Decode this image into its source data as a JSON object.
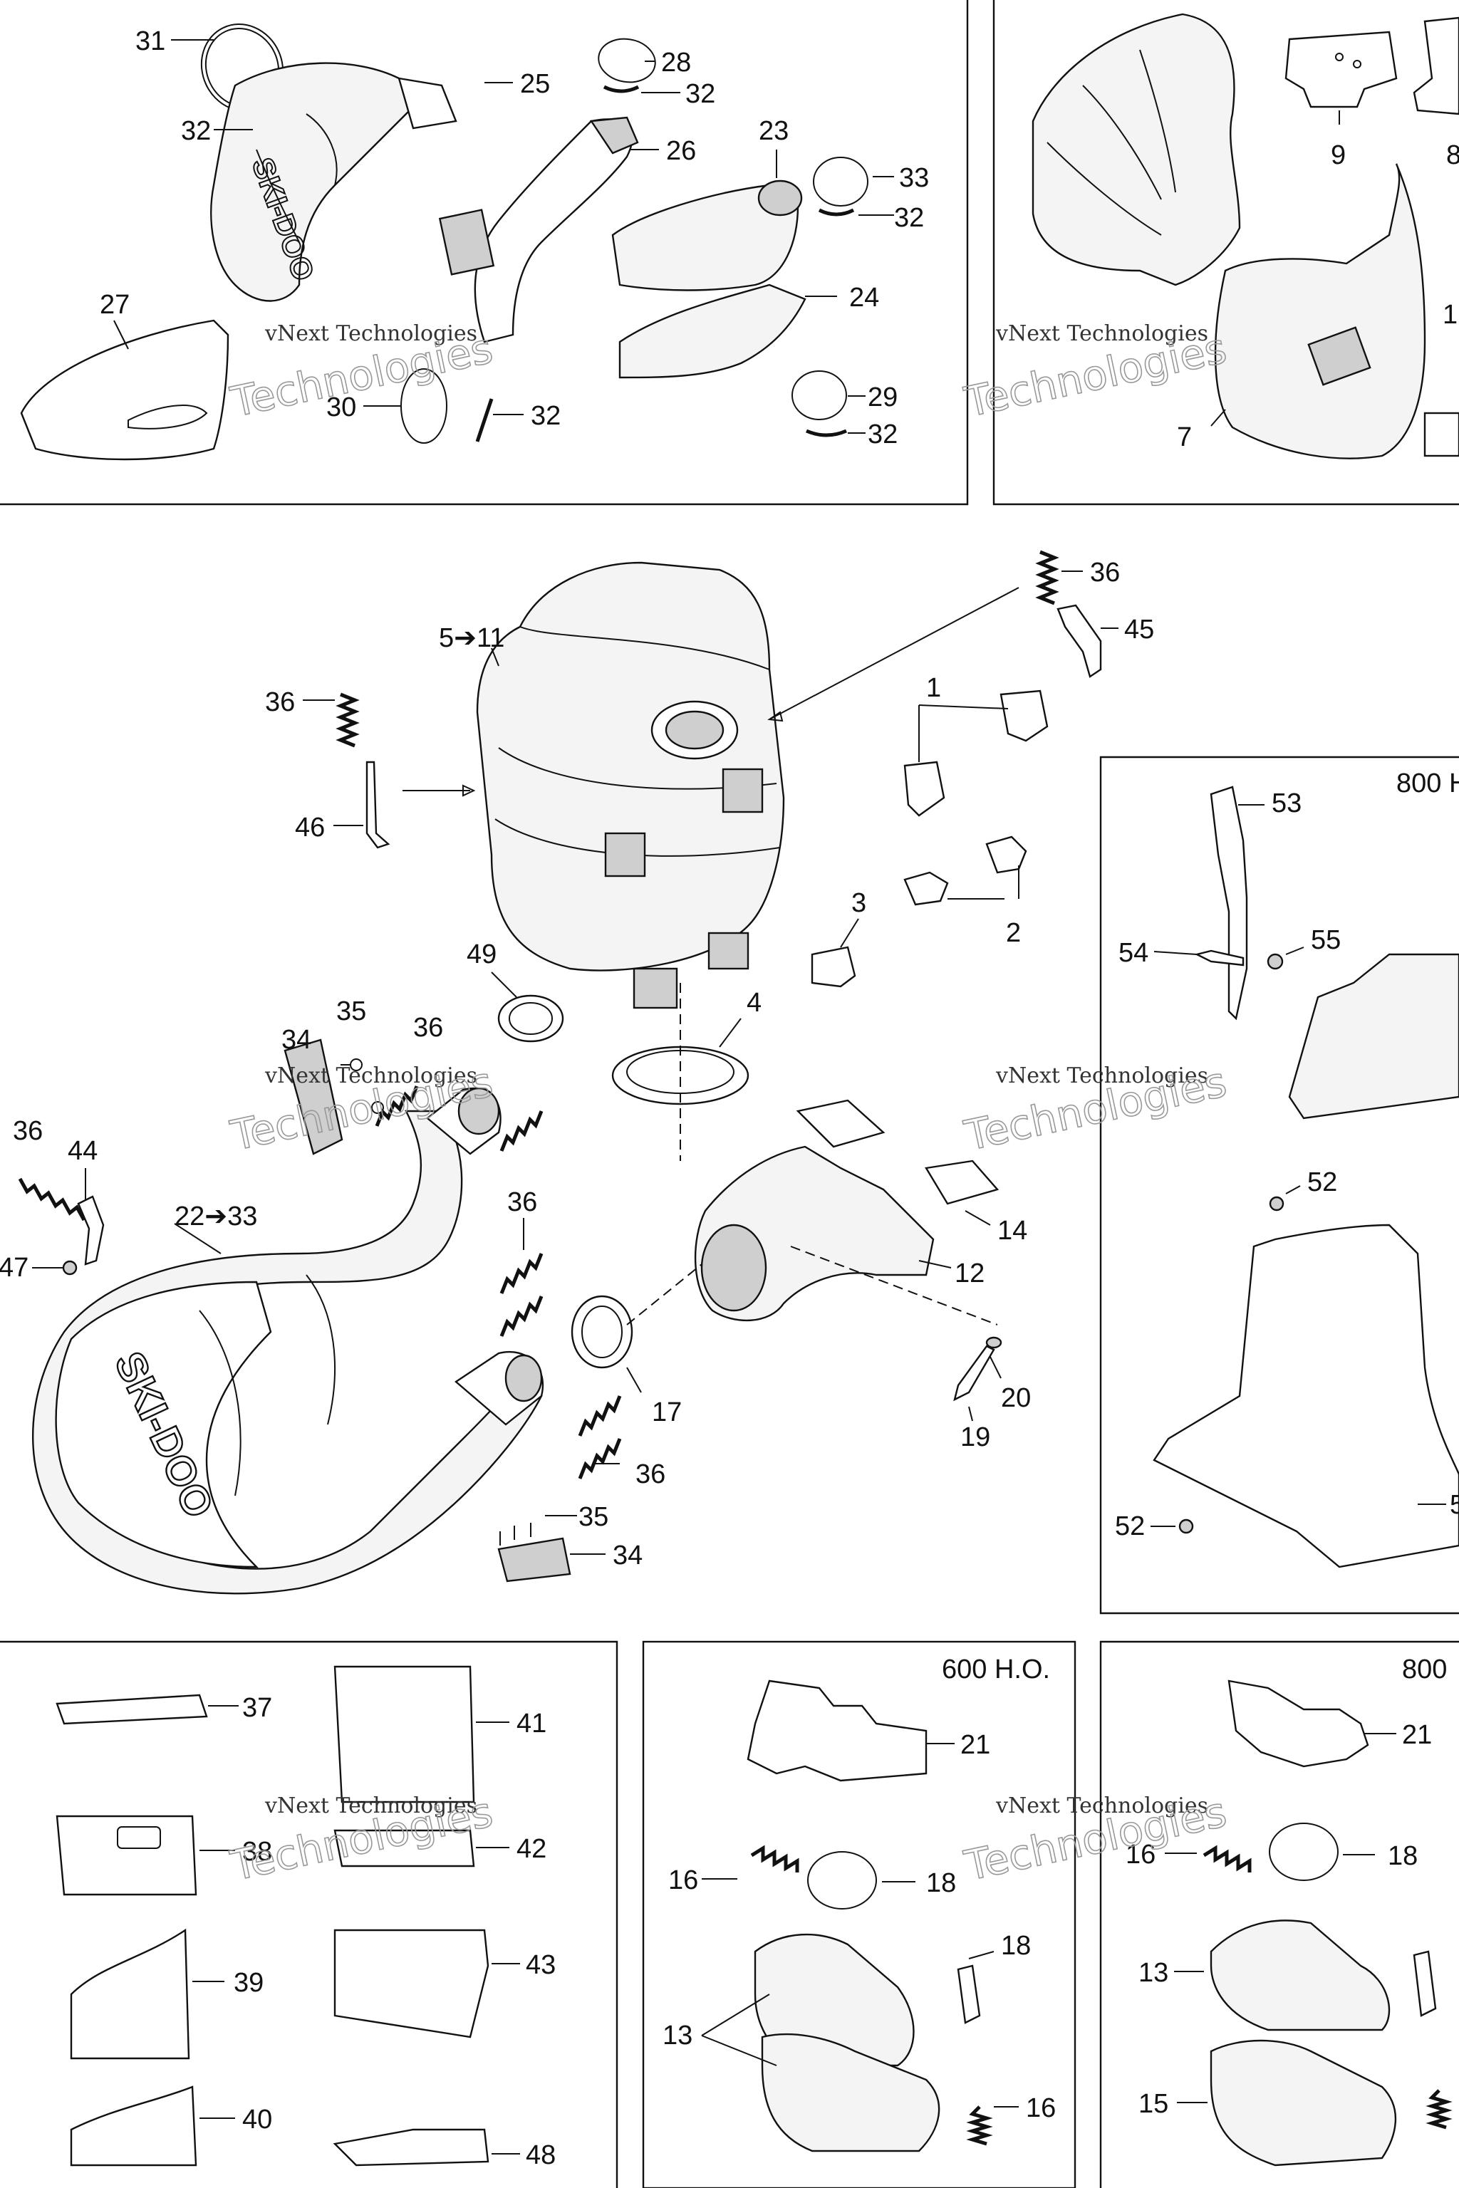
{
  "watermark": {
    "line1": "vNext Technologies",
    "line2": "Technologies"
  },
  "panels": {
    "heat_shield_600": "600 H.O.",
    "heat_shield_800": "800",
    "side_800": "800 H"
  },
  "callouts": {
    "c31": "31",
    "c32": "32",
    "c25": "25",
    "c28": "28",
    "c26": "26",
    "c23": "23",
    "c33": "33",
    "c27": "27",
    "c24": "24",
    "c30": "30",
    "c29": "29",
    "c9": "9",
    "c8": "8",
    "c1x": "1",
    "c7": "7",
    "c36": "36",
    "c45": "45",
    "c5_11": "5➔11",
    "c46": "46",
    "c1": "1",
    "c3": "3",
    "c2": "2",
    "c49": "49",
    "c4": "4",
    "c35": "35",
    "c34": "34",
    "c44": "44",
    "c22_33": "22➔33",
    "c47": "47",
    "c14": "14",
    "c12": "12",
    "c17": "17",
    "c19": "19",
    "c20": "20",
    "c53": "53",
    "c54": "54",
    "c55": "55",
    "c52": "52",
    "c5x": "5",
    "c37": "37",
    "c41": "41",
    "c38": "38",
    "c42": "42",
    "c39": "39",
    "c43": "43",
    "c40": "40",
    "c48": "48",
    "c21": "21",
    "c16": "16",
    "c18": "18",
    "c13": "13",
    "c15": "15"
  },
  "brand": "SKI-DOO"
}
